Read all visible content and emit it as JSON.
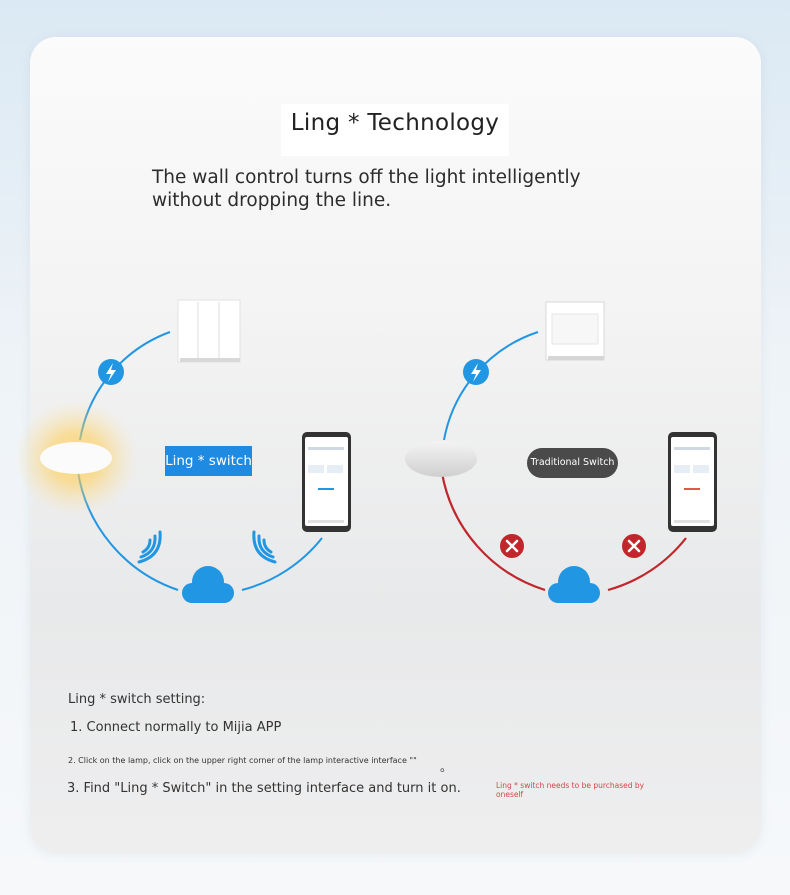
{
  "header": {
    "title": "Ling * Technology",
    "subtitle": "The wall control turns off the light intelligently without dropping the line."
  },
  "left_diagram": {
    "label": "Ling * switch",
    "connection_color": "#2196e3",
    "icons": [
      "wall-switch-icon",
      "lightning-icon",
      "ceiling-lamp-icon",
      "phone-icon",
      "wifi-signal-icon",
      "cloud-icon"
    ]
  },
  "right_diagram": {
    "label": "Traditional Switch",
    "connection_color": "#c0262b",
    "icons": [
      "wall-switch-icon",
      "lightning-icon",
      "ceiling-lamp-icon",
      "phone-icon",
      "x-icon",
      "cloud-icon"
    ]
  },
  "instructions": {
    "heading": "Ling * switch setting:",
    "steps": [
      "1. Connect normally to Mijia APP",
      "2. Click on the lamp, click on the upper right corner of the lamp interactive interface \"\"",
      "3. Find \"Ling * Switch\" in the setting interface and turn it on."
    ],
    "step2_suffix": "。",
    "note": "Ling * switch needs to be purchased by oneself"
  },
  "colors": {
    "accent_blue": "#2196e3",
    "warning_red": "#c0262b",
    "note_red": "#d04848"
  }
}
